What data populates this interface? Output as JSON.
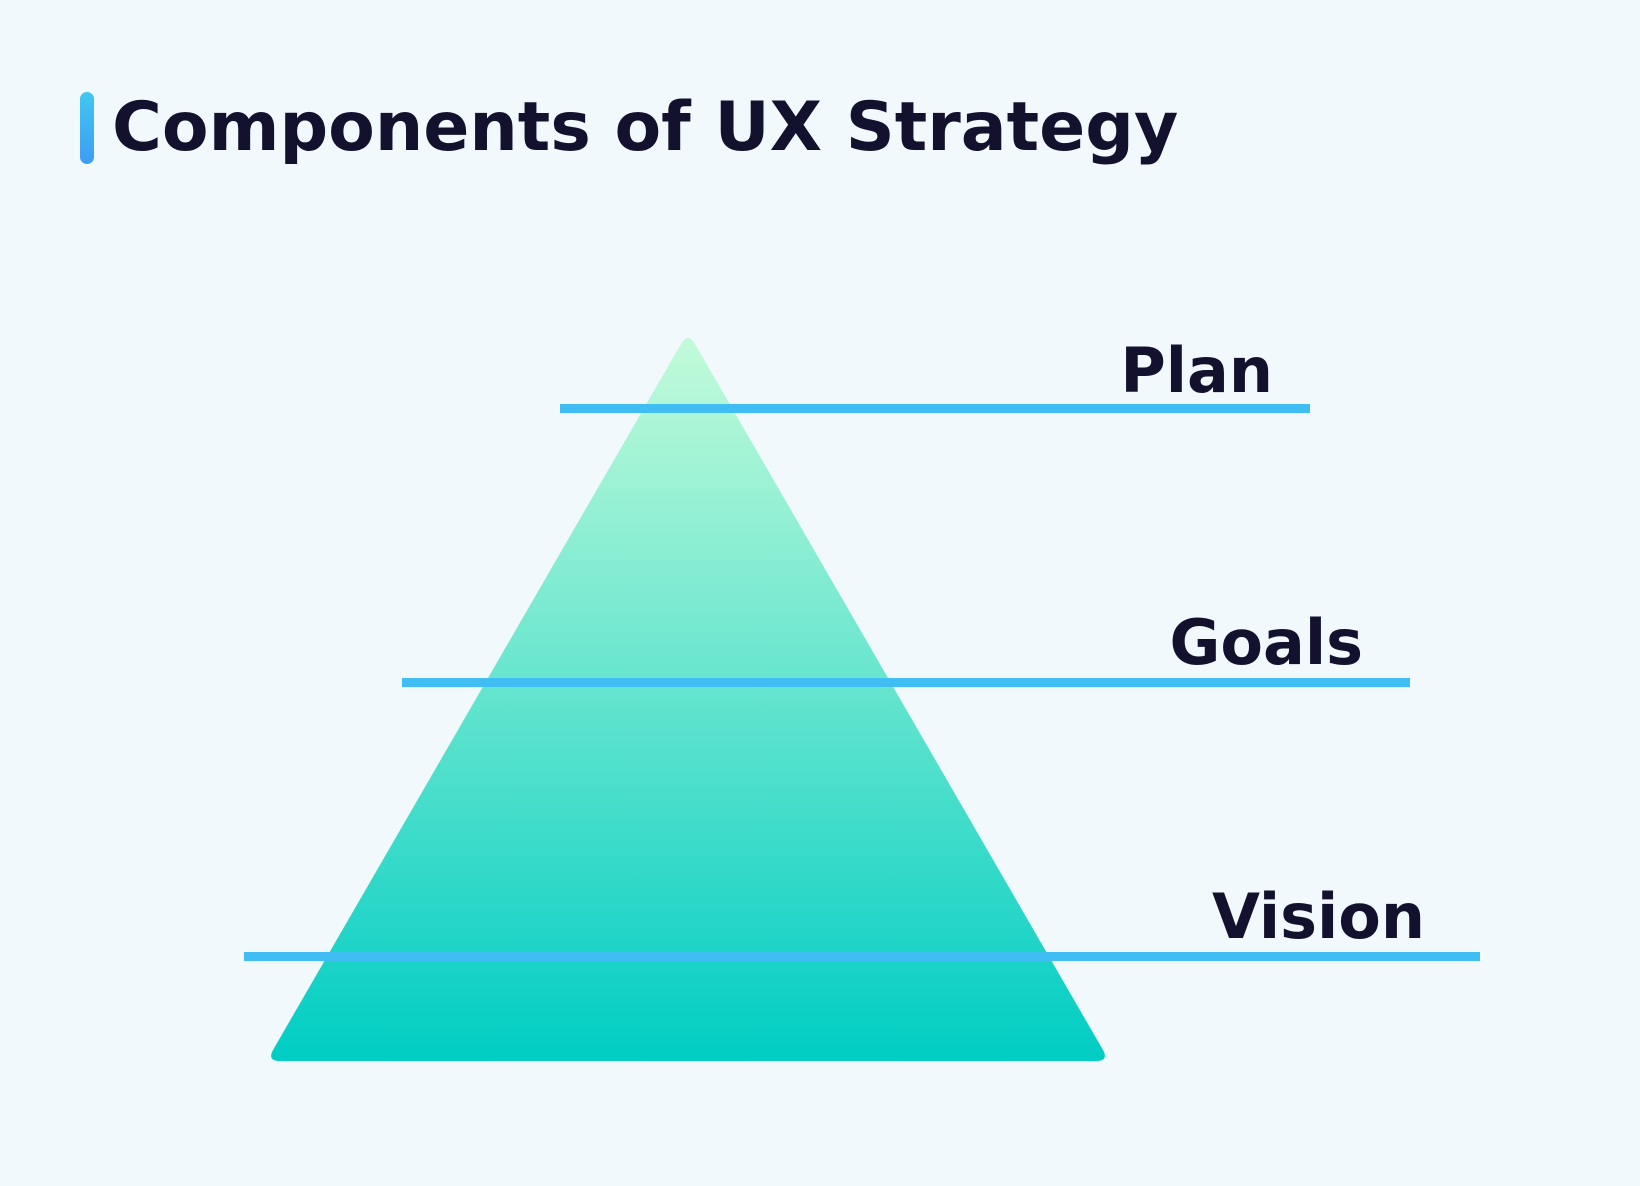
{
  "title": "Components of UX Strategy",
  "levels": [
    {
      "label": "Plan"
    },
    {
      "label": "Goals"
    },
    {
      "label": "Vision"
    }
  ],
  "colors": {
    "background": "#f2f9fd",
    "title_text": "#13122e",
    "accent_top": "#40c8f0",
    "accent_bottom": "#3e9cf4",
    "line": "#40bdf2",
    "pyramid_top": "#c3fbd9",
    "pyramid_bottom": "#00cdc3"
  }
}
